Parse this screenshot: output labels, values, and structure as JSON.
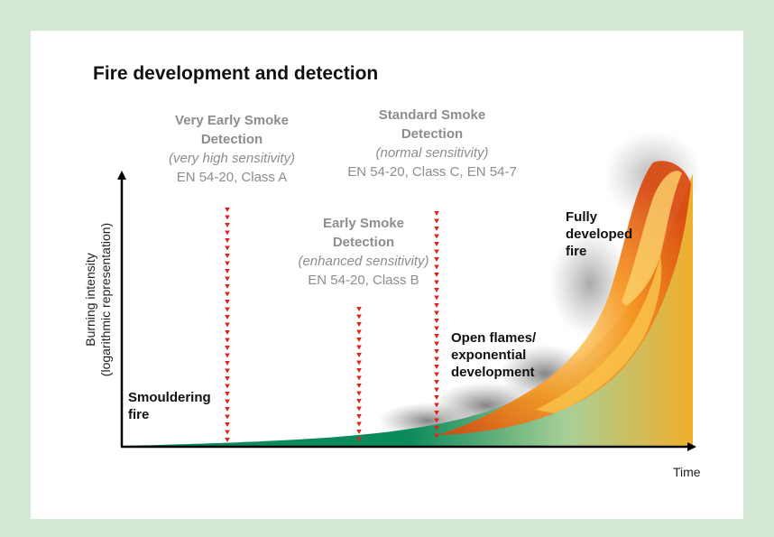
{
  "chart_data": {
    "type": "area",
    "title": "Fire development and detection",
    "xlabel": "Time",
    "ylabel": [
      "Burning intensity",
      "(logarithmic representation)"
    ],
    "detection_levels": [
      {
        "name": [
          "Very Early Smoke",
          "Detection"
        ],
        "sensitivity": "(very high sensitivity)",
        "standard": "EN 54-20, Class A"
      },
      {
        "name": [
          "Early Smoke",
          "Detection"
        ],
        "sensitivity": "(enhanced sensitivity)",
        "standard": "EN 54-20, Class B"
      },
      {
        "name": [
          "Standard Smoke",
          "Detection"
        ],
        "sensitivity": "(normal sensitivity)",
        "standard": "EN 54-20, Class C, EN 54-7"
      }
    ],
    "stages": [
      {
        "label": "Smouldering\nfire"
      },
      {
        "label": "Open flames/\nexponential\ndevelopment"
      },
      {
        "label": "Fully\ndeveloped\nfire"
      }
    ],
    "colors": {
      "curve_start": "#0b8a5c",
      "curve_mid": "#a9cf96",
      "curve_end": "#f0ae2c",
      "marker": "#e2231a",
      "axis": "#000000",
      "flame": "#e85b0c"
    }
  }
}
